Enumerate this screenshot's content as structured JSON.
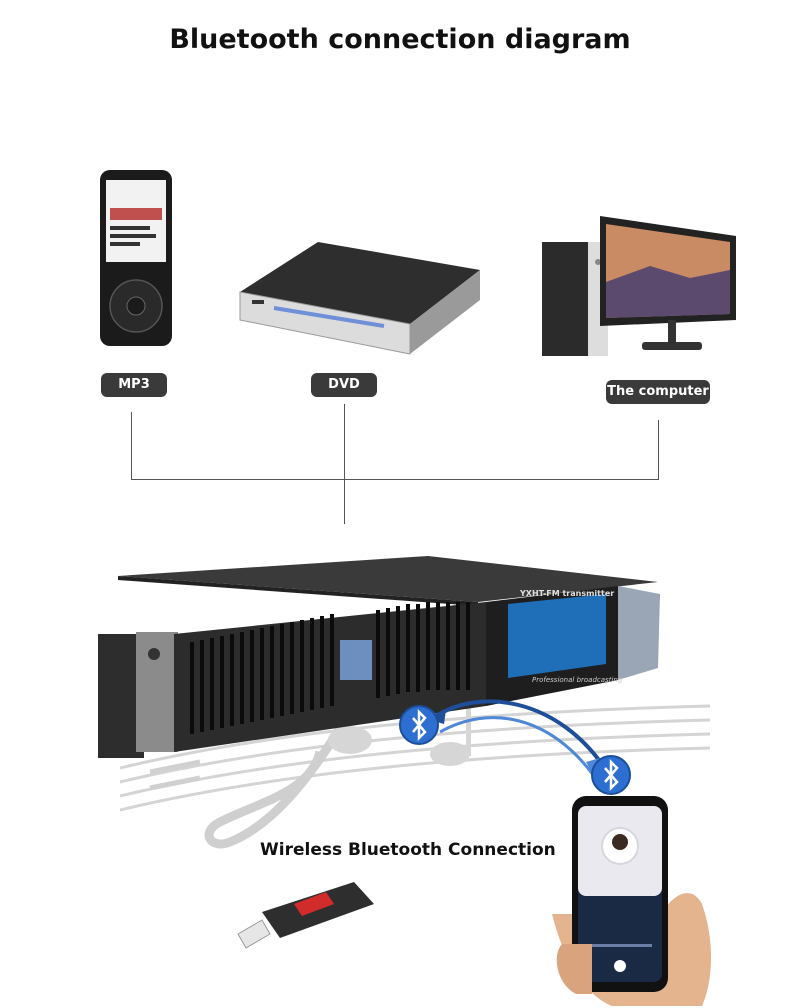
{
  "title": "Bluetooth connection diagram",
  "sources": [
    {
      "label": "MP3"
    },
    {
      "label": "DVD"
    },
    {
      "label": "The computer"
    }
  ],
  "transmitter": {
    "model_label": "YXHT-FM transmitter",
    "subtitle": "Professional broadcasting"
  },
  "caption": "Wireless Bluetooth Connection",
  "icons": [
    "mp3-player-icon",
    "dvd-player-icon",
    "desktop-computer-icon",
    "fm-transmitter-icon",
    "bluetooth-icon",
    "smartphone-icon",
    "usb-bluetooth-dongle-icon",
    "music-notes-icon"
  ]
}
